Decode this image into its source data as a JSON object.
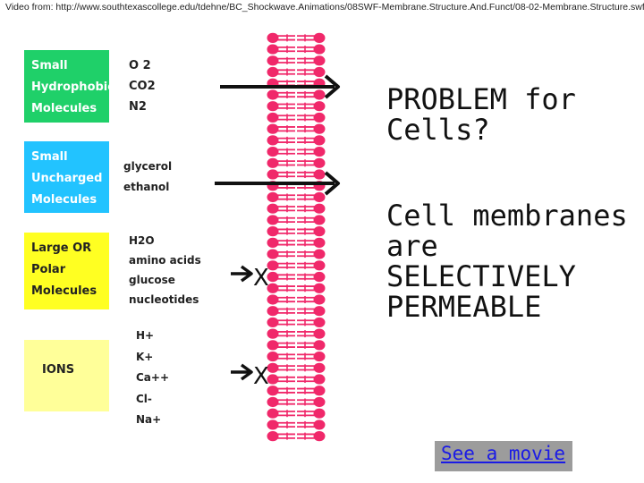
{
  "source": "Video from: http://www.southtexascollege.edu/tdehne/BC_Shockwave.Animations/08SWF-Membrane.Structure.And.Funct/08-02-Membrane.Structure.swf",
  "categories": [
    {
      "lines": [
        "Small",
        "Hydrophobic",
        "Molecules"
      ],
      "molecules": [
        "O 2",
        "CO2",
        "N2"
      ],
      "color": "#1fd069",
      "crosses": true
    },
    {
      "lines": [
        "Small",
        "Uncharged",
        "Molecules"
      ],
      "molecules": [
        "glycerol",
        "ethanol"
      ],
      "color": "#22c3ff",
      "crosses": true
    },
    {
      "lines": [
        "Large OR",
        "Polar",
        "Molecules"
      ],
      "molecules": [
        "H2O",
        "amino acids",
        "glucose",
        "nucleotides"
      ],
      "color": "#ffff22",
      "crosses": false
    },
    {
      "lines": [
        "IONS"
      ],
      "molecules": [
        "H+",
        "K+",
        "Ca++",
        "Cl-",
        "Na+"
      ],
      "color": "#ffff99",
      "crosses": false
    }
  ],
  "blocked_mark": "X",
  "colors": {
    "phospholipid_head": "#f0286a",
    "tail": "#f0286a"
  },
  "main": {
    "problem": [
      "PROBLEM for",
      "Cells?"
    ],
    "statement": [
      "Cell membranes",
      "are",
      "SELECTIVELY",
      "PERMEABLE"
    ]
  },
  "movie_link": "See a movie"
}
